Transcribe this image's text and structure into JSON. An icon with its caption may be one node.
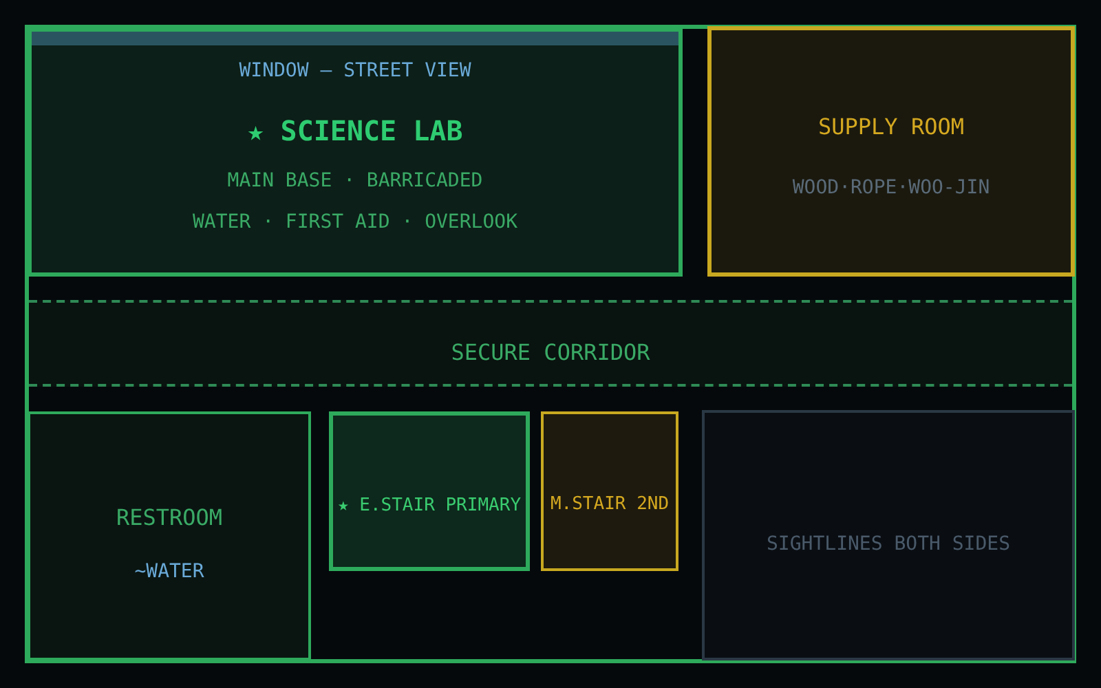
{
  "diagram": {
    "nodes": [
      {
        "text": [
          "WINDOW — STREET VIEW",
          "★ SCIENCE LAB",
          "MAIN BASE · BARRICADED",
          "WATER · FIRST AID · OVERLOOK"
        ]
      },
      {
        "text": [
          "SUPPLY ROOM",
          "WOOD·ROPE·WOO-JIN"
        ]
      },
      {
        "text": [
          "SECURE CORRIDOR"
        ]
      },
      {
        "text": [
          "RESTROOM",
          "~WATER"
        ]
      },
      {
        "text": [
          "★ E.STAIR PRIMARY"
        ]
      },
      {
        "text": [
          "M.STAIR 2ND"
        ]
      },
      {
        "text": [
          "SIGHTLINES BOTH SIDES"
        ]
      }
    ]
  }
}
